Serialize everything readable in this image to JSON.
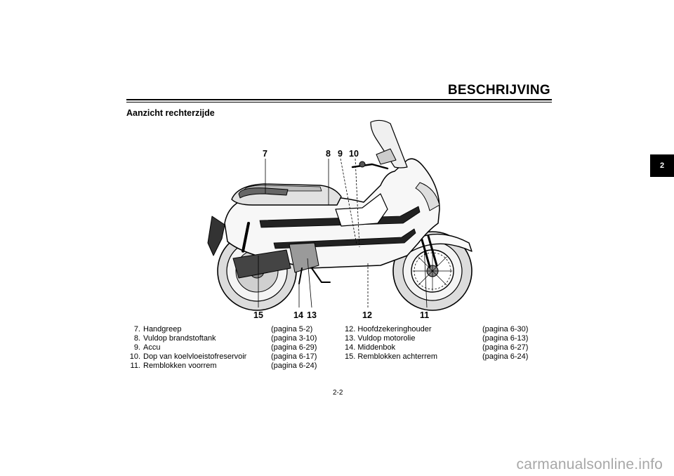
{
  "header": {
    "section_title": "BESCHRIJVING",
    "chapter_tab": "2"
  },
  "subtitle": "Aanzicht rechterzijde",
  "callouts": {
    "c7": "7",
    "c8": "8",
    "c9": "9",
    "c10": "10",
    "c15": "15",
    "c14": "14",
    "c13": "13",
    "c12": "12",
    "c11": "11"
  },
  "legend_left": [
    {
      "num": "7.",
      "label": "Handgreep",
      "page": "(pagina 5-2)"
    },
    {
      "num": "8.",
      "label": "Vuldop brandstoftank",
      "page": "(pagina 3-10)"
    },
    {
      "num": "9.",
      "label": "Accu",
      "page": "(pagina 6-29)"
    },
    {
      "num": "10.",
      "label": "Dop van koelvloeistofreservoir",
      "page": "(pagina 6-17)"
    },
    {
      "num": "11.",
      "label": "Remblokken voorrem",
      "page": "(pagina 6-24)"
    }
  ],
  "legend_right": [
    {
      "item": "12. Hoofdzekeringhouder",
      "page": "(pagina 6-30)"
    },
    {
      "item": "13. Vuldop motorolie",
      "page": "(pagina 6-13)"
    },
    {
      "item": "14. Middenbok",
      "page": "(pagina 6-27)"
    },
    {
      "item": "15. Remblokken achterrem",
      "page": "(pagina 6-24)"
    }
  ],
  "page_number": "2-2",
  "watermark": "carmanualsonline.info"
}
